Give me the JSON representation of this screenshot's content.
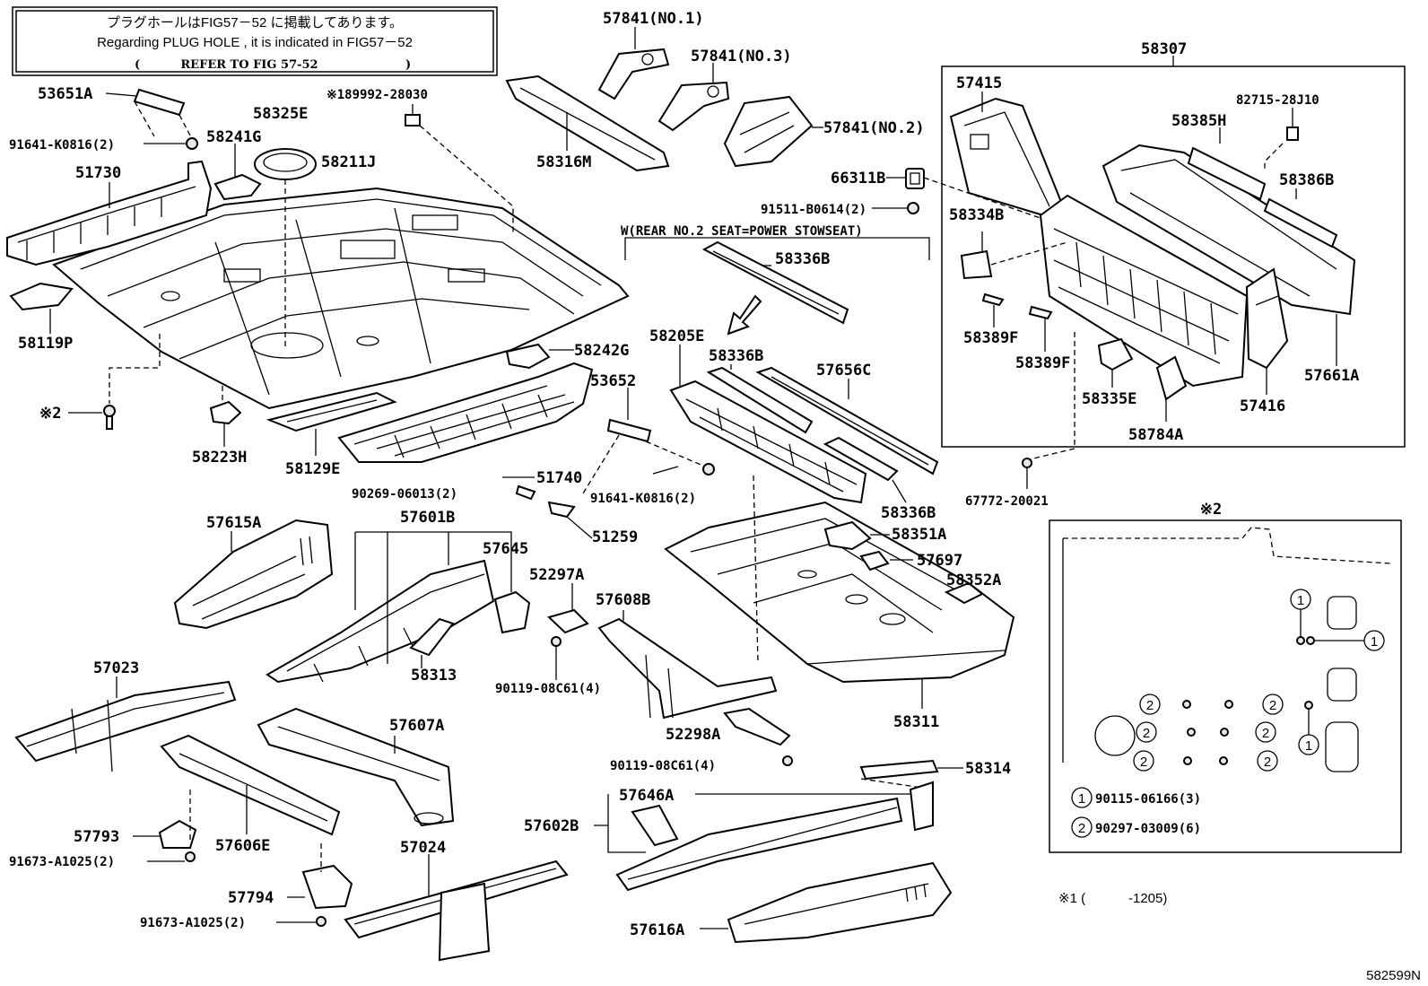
{
  "notice": {
    "line1": "プラグホールはFIG57－52 に掲載してあります。",
    "line2": "Regarding PLUG HOLE , it is indicated in FIG57－52",
    "line3_open": "(",
    "line3_text": "REFER TO FIG 57-52",
    "line3_close": ")"
  },
  "labels": {
    "p53651A": "53651A",
    "p91641_top": "91641-K0816(2)",
    "p51730": "51730",
    "p58119P": "58119P",
    "p2ref": "※2",
    "p58223H": "58223H",
    "p58241G": "58241G",
    "p58325E": "58325E",
    "p189992": "※189992-28030",
    "p58211J": "58211J",
    "p58242G": "58242G",
    "p58129E": "58129E",
    "p51740": "51740",
    "p53652": "53652",
    "p90269": "90269-06013(2)",
    "p91641_mid": "91641-K0816(2)",
    "p51259": "51259",
    "p57841_1": "57841(NO.1)",
    "p57841_3": "57841(NO.3)",
    "p57841_2": "57841(NO.2)",
    "p58316M": "58316M",
    "p66311B": "66311B",
    "p91511": "91511-B0614(2)",
    "w_header": "W(REAR NO.2 SEAT=POWER STOWSEAT)",
    "p58336B_a": "58336B",
    "p58205E": "58205E",
    "p58336B_b": "58336B",
    "p57656C": "57656C",
    "p58336B_c": "58336B",
    "p58351A": "58351A",
    "p57697": "57697",
    "p58352A": "58352A",
    "p58311": "58311",
    "p58314": "58314",
    "p58307": "58307",
    "p57415": "57415",
    "p82715": "82715-28J10",
    "p58385H": "58385H",
    "p58386B": "58386B",
    "p58334B": "58334B",
    "p58389F_a": "58389F",
    "p58389F_b": "58389F",
    "p58335E": "58335E",
    "p58784A": "58784A",
    "p57416": "57416",
    "p57661A": "57661A",
    "p67772": "67772-20021",
    "p57615A": "57615A",
    "p57601B": "57601B",
    "p57645": "57645",
    "p52297A": "52297A",
    "p58313": "58313",
    "p90119_a": "90119-08C61(4)",
    "p57608B": "57608B",
    "p52298A": "52298A",
    "p90119_b": "90119-08C61(4)",
    "p57023": "57023",
    "p57607A": "57607A",
    "p57793": "57793",
    "p57606E": "57606E",
    "p91673_a": "91673-A1025(2)",
    "p57024": "57024",
    "p57794": "57794",
    "p91673_b": "91673-A1025(2)",
    "p57646A": "57646A",
    "p57602B": "57602B",
    "p57616A": "57616A"
  },
  "detail_box": {
    "title": "※2",
    "num1": "1",
    "num2": "2",
    "legend1_code": "90115-06166(3)",
    "legend2_code": "90297-03009(6)"
  },
  "footnote": {
    "ref": "※1 (",
    "range": "-1205)"
  },
  "figure_code": "582599N"
}
